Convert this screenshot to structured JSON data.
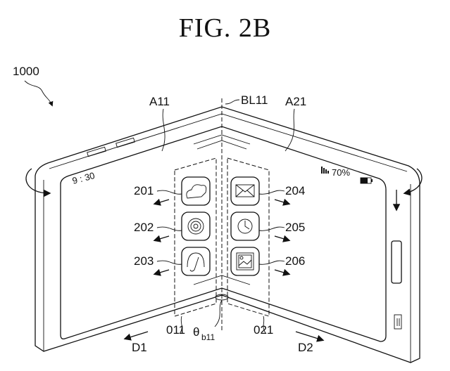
{
  "figure": {
    "title": "FIG. 2B",
    "device_ref": "1000",
    "labels": {
      "area_left": "A11",
      "bending_line": "BL11",
      "area_right": "A21",
      "region_left": "011",
      "region_right": "021",
      "angle_main": "θ",
      "angle_sub": "b11",
      "direction_left": "D1",
      "direction_right": "D2"
    },
    "screen": {
      "time": "9 : 30",
      "battery_text": "70%"
    },
    "icons": [
      {
        "ref": "201",
        "icon": "cloud-icon"
      },
      {
        "ref": "202",
        "icon": "target-icon"
      },
      {
        "ref": "203",
        "icon": "headphones-music-icon"
      },
      {
        "ref": "204",
        "icon": "mail-icon"
      },
      {
        "ref": "205",
        "icon": "clock-icon"
      },
      {
        "ref": "206",
        "icon": "picture-icon"
      }
    ]
  }
}
